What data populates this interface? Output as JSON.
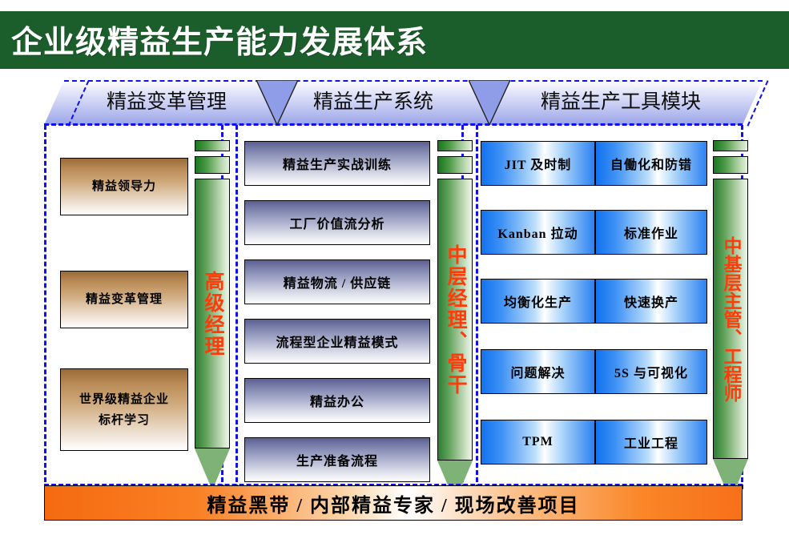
{
  "title": {
    "text": "企业级精益生产能力发展体系",
    "background_color": "#1b5e2b",
    "text_color": "#ffffff"
  },
  "header": {
    "columns": [
      {
        "label": "精益变革管理"
      },
      {
        "label": "精益生产系统"
      },
      {
        "label": "精益生产工具模块"
      }
    ],
    "divider_icon": "down-triangle-icon",
    "border_color": "#1010ee"
  },
  "columns": {
    "change_management": {
      "header": "精益变革管理",
      "boxes": [
        {
          "lines": [
            "精益领导力"
          ]
        },
        {
          "lines": [
            "精益变革管理"
          ]
        },
        {
          "lines": [
            "世界级精益企业",
            "标杆学习"
          ]
        }
      ],
      "arrow": {
        "label": "高级经理",
        "color": "#ff3b0a"
      }
    },
    "production_system": {
      "header": "精益生产系统",
      "boxes": [
        {
          "lines": [
            "精益生产实战训练"
          ]
        },
        {
          "lines": [
            "工厂价值流分析"
          ]
        },
        {
          "lines": [
            "精益物流 / 供应链"
          ]
        },
        {
          "lines": [
            "流程型企业精益模式"
          ]
        },
        {
          "lines": [
            "精益办公"
          ]
        },
        {
          "lines": [
            "生产准备流程"
          ]
        }
      ],
      "arrow": {
        "label": "中层经理、骨干",
        "color": "#ff3b0a"
      }
    },
    "tool_modules": {
      "header": "精益生产工具模块",
      "rows": [
        {
          "left": "JIT  及时制",
          "right": "自働化和防错"
        },
        {
          "left": "Kanban 拉动",
          "right": "标准作业"
        },
        {
          "left": "均衡化生产",
          "right": "快速换产"
        },
        {
          "left": "问题解决",
          "right": "5S 与可视化"
        },
        {
          "left": "TPM",
          "right": "工业工程"
        }
      ],
      "arrow": {
        "label": "中基层主管、工程师",
        "color": "#ff3b0a"
      }
    }
  },
  "footer": {
    "text": "精益黑带 / 内部精益专家 / 现场改善项目",
    "background_accent": "#f77a1c"
  }
}
